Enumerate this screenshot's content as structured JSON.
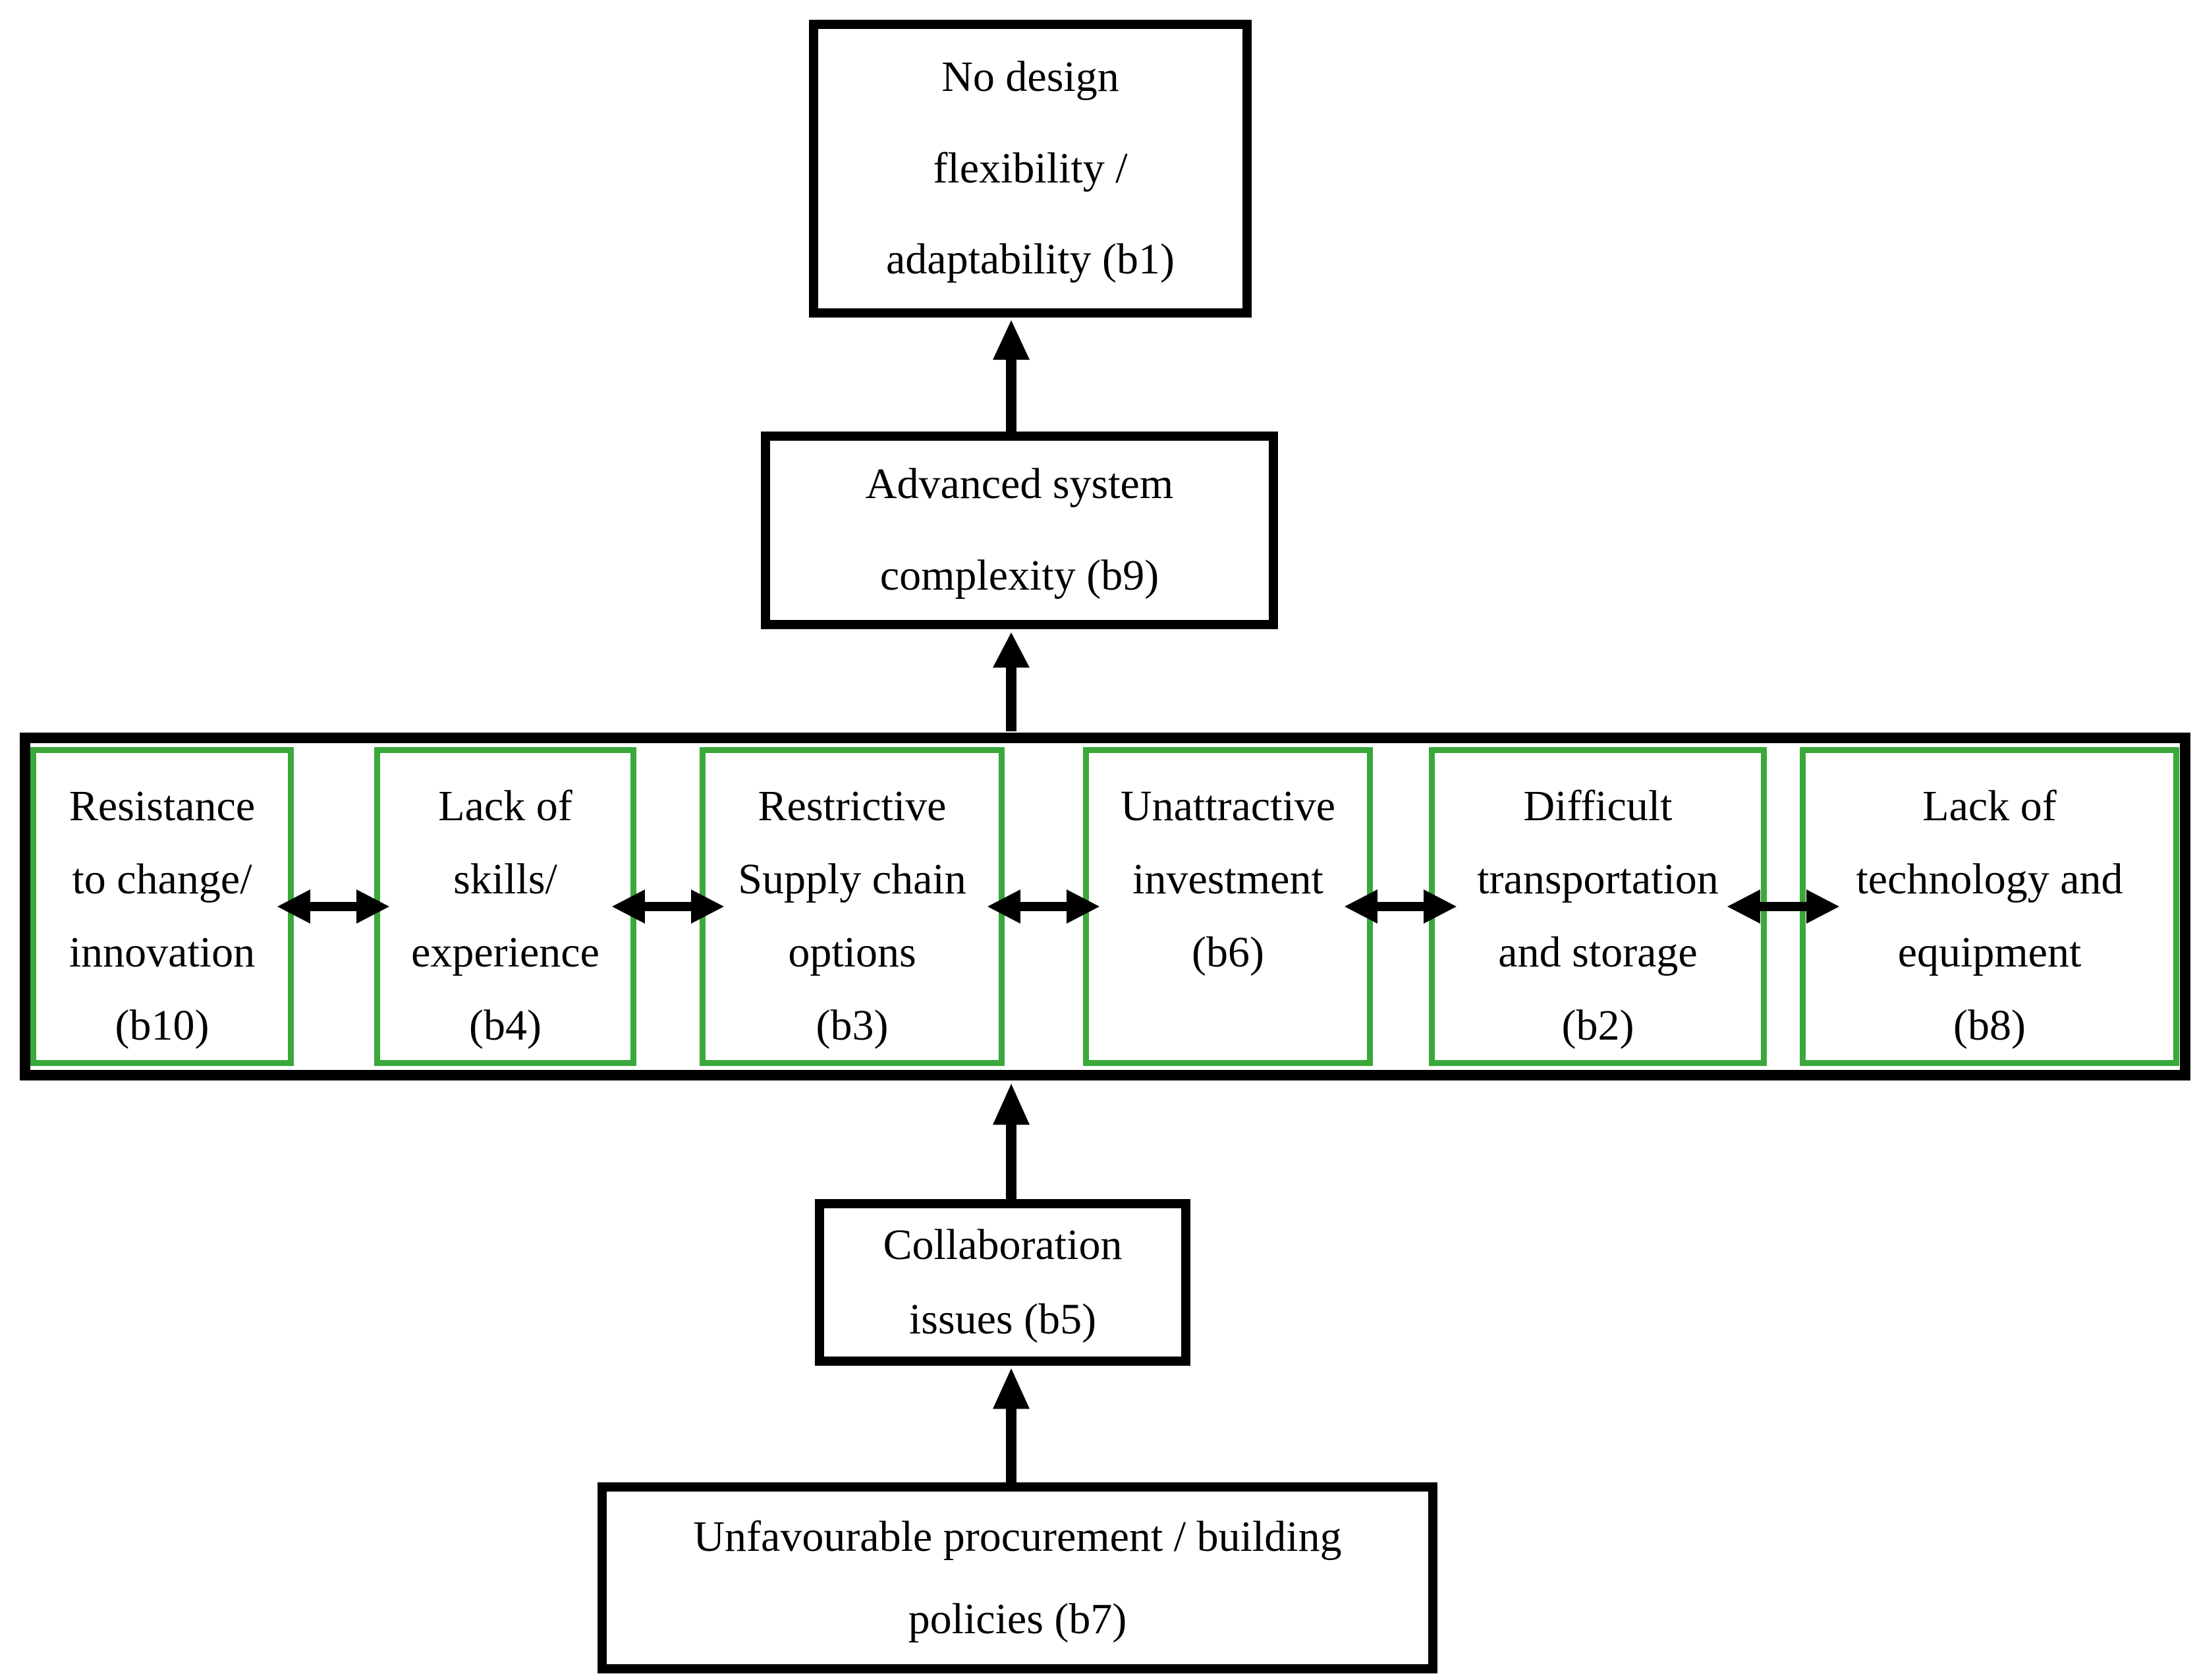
{
  "figure": {
    "type": "flow-diagram",
    "description": "Hierarchy of barriers with bidirectional links between mid-level barriers"
  },
  "colors": {
    "border": "#000000",
    "barrier_border": "#3aa83a",
    "background": "#ffffff",
    "text": "#000000",
    "arrow": "#000000"
  },
  "nodes": {
    "b1": {
      "id": "b1",
      "label": "No design\nflexibility /\nadaptability (b1)"
    },
    "b9": {
      "id": "b9",
      "label": "Advanced system\ncomplexity (b9)"
    },
    "b5": {
      "id": "b5",
      "label": "Collaboration\nissues (b5)"
    },
    "b7": {
      "id": "b7",
      "label": "Unfavourable procurement / building\npolicies (b7)"
    },
    "barriers": [
      {
        "id": "b10",
        "label": "Resistance\nto change/\ninnovation\n(b10)"
      },
      {
        "id": "b4",
        "label": "Lack of\nskills/\nexperience\n(b4)"
      },
      {
        "id": "b3",
        "label": "Restrictive\nSupply chain\noptions\n(b3)"
      },
      {
        "id": "b6",
        "label": "Unattractive\ninvestment\n(b6)"
      },
      {
        "id": "b2",
        "label": "Difficult\ntransportation\nand storage\n(b2)"
      },
      {
        "id": "b8",
        "label": "Lack of\ntechnology and\nequipment\n(b8)"
      }
    ]
  },
  "edges": [
    {
      "from": "b7",
      "to": "b5",
      "type": "arrow-up"
    },
    {
      "from": "b5",
      "to": "barrier-row",
      "type": "arrow-up"
    },
    {
      "from": "barrier-row",
      "to": "b9",
      "type": "arrow-up"
    },
    {
      "from": "b9",
      "to": "b1",
      "type": "arrow-up"
    },
    {
      "from": "b10",
      "to": "b4",
      "type": "double-arrow"
    },
    {
      "from": "b4",
      "to": "b3",
      "type": "double-arrow"
    },
    {
      "from": "b3",
      "to": "b6",
      "type": "double-arrow"
    },
    {
      "from": "b6",
      "to": "b2",
      "type": "double-arrow"
    },
    {
      "from": "b2",
      "to": "b8",
      "type": "double-arrow"
    }
  ]
}
